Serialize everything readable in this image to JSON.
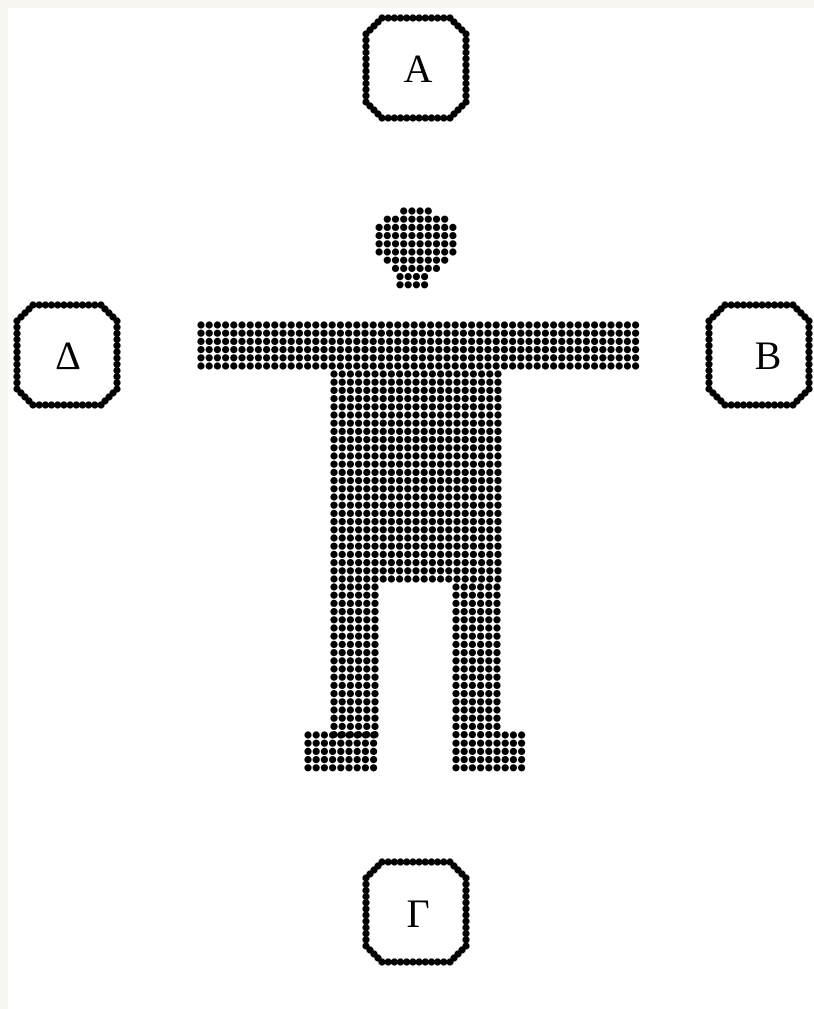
{
  "diagram": {
    "markers": {
      "top": {
        "label": "Α"
      },
      "right": {
        "label": "Β"
      },
      "bottom": {
        "label": "Γ"
      },
      "left": {
        "label": "Δ"
      }
    },
    "colors": {
      "dots": "#000000",
      "background": "#ffffff",
      "page_border": "#f7f6f0"
    }
  }
}
